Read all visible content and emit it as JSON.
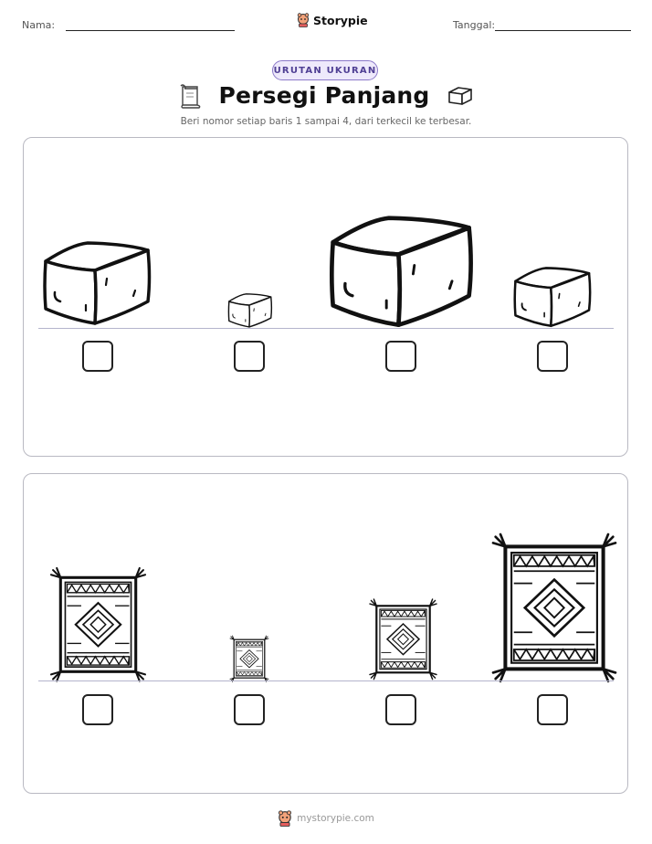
{
  "header": {
    "name_label": "Nama:",
    "brand": "Storypie",
    "date_label": "Tanggal:"
  },
  "badge": "URUTAN UKURAN",
  "title": "Persegi Panjang",
  "instruction": "Beri nomor setiap baris 1 sampai 4, dari terkecil ke terbesar.",
  "rows": [
    {
      "object": "cube",
      "icon": "cube-icon",
      "relative_sizes": [
        3,
        1,
        4,
        2
      ]
    },
    {
      "object": "rug",
      "icon": "rug-icon",
      "relative_sizes": [
        3,
        1,
        2,
        4
      ]
    }
  ],
  "footer": {
    "url": "mystorypie.com"
  },
  "colors": {
    "accent": "#8b79c9",
    "badge_bg": "#eee9fb",
    "badge_text": "#4f3f94",
    "line": "#b4b4cc"
  }
}
